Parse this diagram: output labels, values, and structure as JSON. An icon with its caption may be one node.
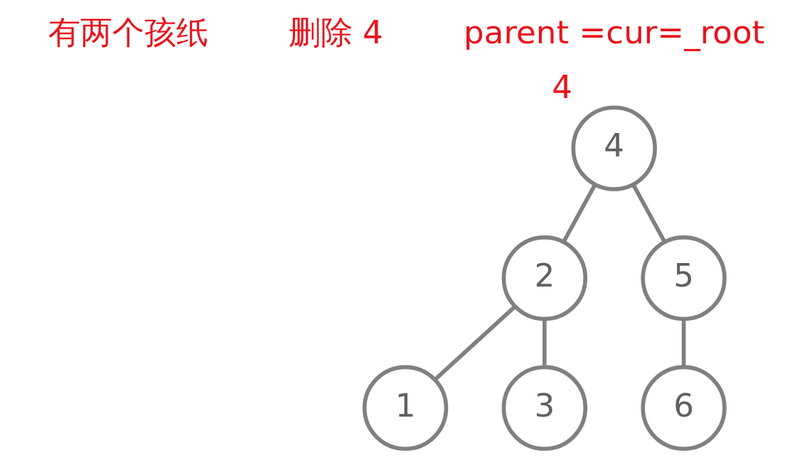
{
  "diagram": {
    "nodes": [
      {
        "text": [
          "4"
        ],
        "beside": [
          "4"
        ]
      },
      {
        "text": [
          "2"
        ]
      },
      {
        "text": [
          "5"
        ]
      },
      {
        "text": [
          "1"
        ]
      },
      {
        "text": [
          "3"
        ]
      },
      {
        "text": [
          "6"
        ]
      }
    ],
    "edges": [
      {
        "from": 0,
        "to": 1,
        "arrow": "none"
      },
      {
        "from": 0,
        "to": 2,
        "arrow": "none"
      },
      {
        "from": 1,
        "to": 3,
        "arrow": "none"
      },
      {
        "from": 1,
        "to": 4,
        "arrow": "none"
      },
      {
        "from": 2,
        "to": 5,
        "arrow": "none"
      }
    ],
    "labels": [
      "有两个孩纸",
      "删除 4",
      "parent =cur=_root"
    ]
  }
}
